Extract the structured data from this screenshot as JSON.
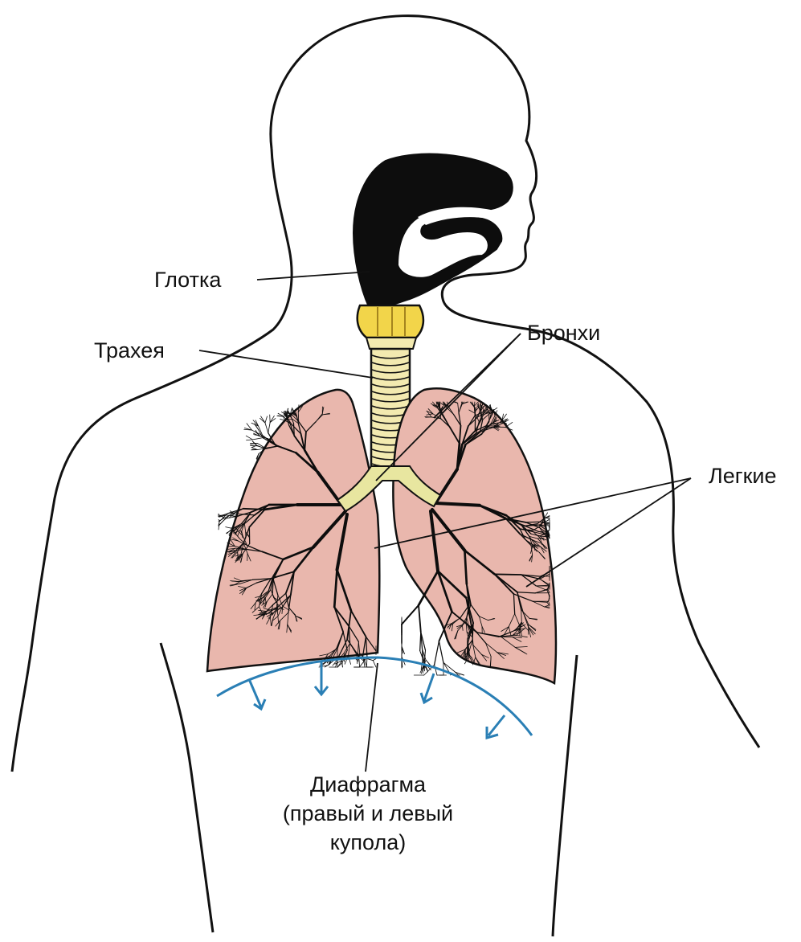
{
  "labels": {
    "pharynx": "Глотка",
    "trachea": "Трахея",
    "bronchi": "Бронхи",
    "lungs": "Легкие",
    "diaphragm_line1": "Диафрагма",
    "diaphragm_line2": "(правый и левый",
    "diaphragm_line3": "купола)"
  },
  "colors": {
    "outline": "#111111",
    "lung_fill": "#e9b7ad",
    "larynx_fill": "#f2d54a",
    "trachea_fill": "#f3eab0",
    "diaphragm": "#2a7fb5",
    "airway": "#0d0d0d"
  }
}
